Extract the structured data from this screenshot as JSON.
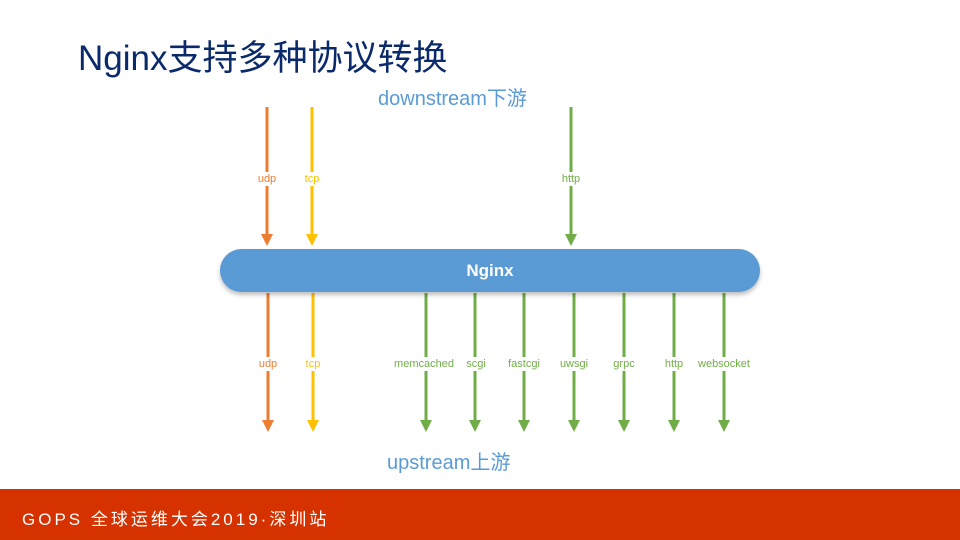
{
  "title": "Nginx支持多种协议转换",
  "downstream_label": "downstream下游",
  "upstream_label": "upstream上游",
  "center_label": "Nginx",
  "downstream_protocols": [
    "udp",
    "tcp",
    "http"
  ],
  "upstream_protocols": [
    "udp",
    "tcp",
    "memcached",
    "scgi",
    "fastcgi",
    "uwsgi",
    "grpc",
    "http",
    "websocket"
  ],
  "colors": {
    "udp": "#ed7d31",
    "tcp": "#ffc000",
    "other": "#70ad47",
    "nginx": "#5b9bd5",
    "footer": "#d63200"
  },
  "footer": "GOPS 全球运维大会2019·深圳站"
}
